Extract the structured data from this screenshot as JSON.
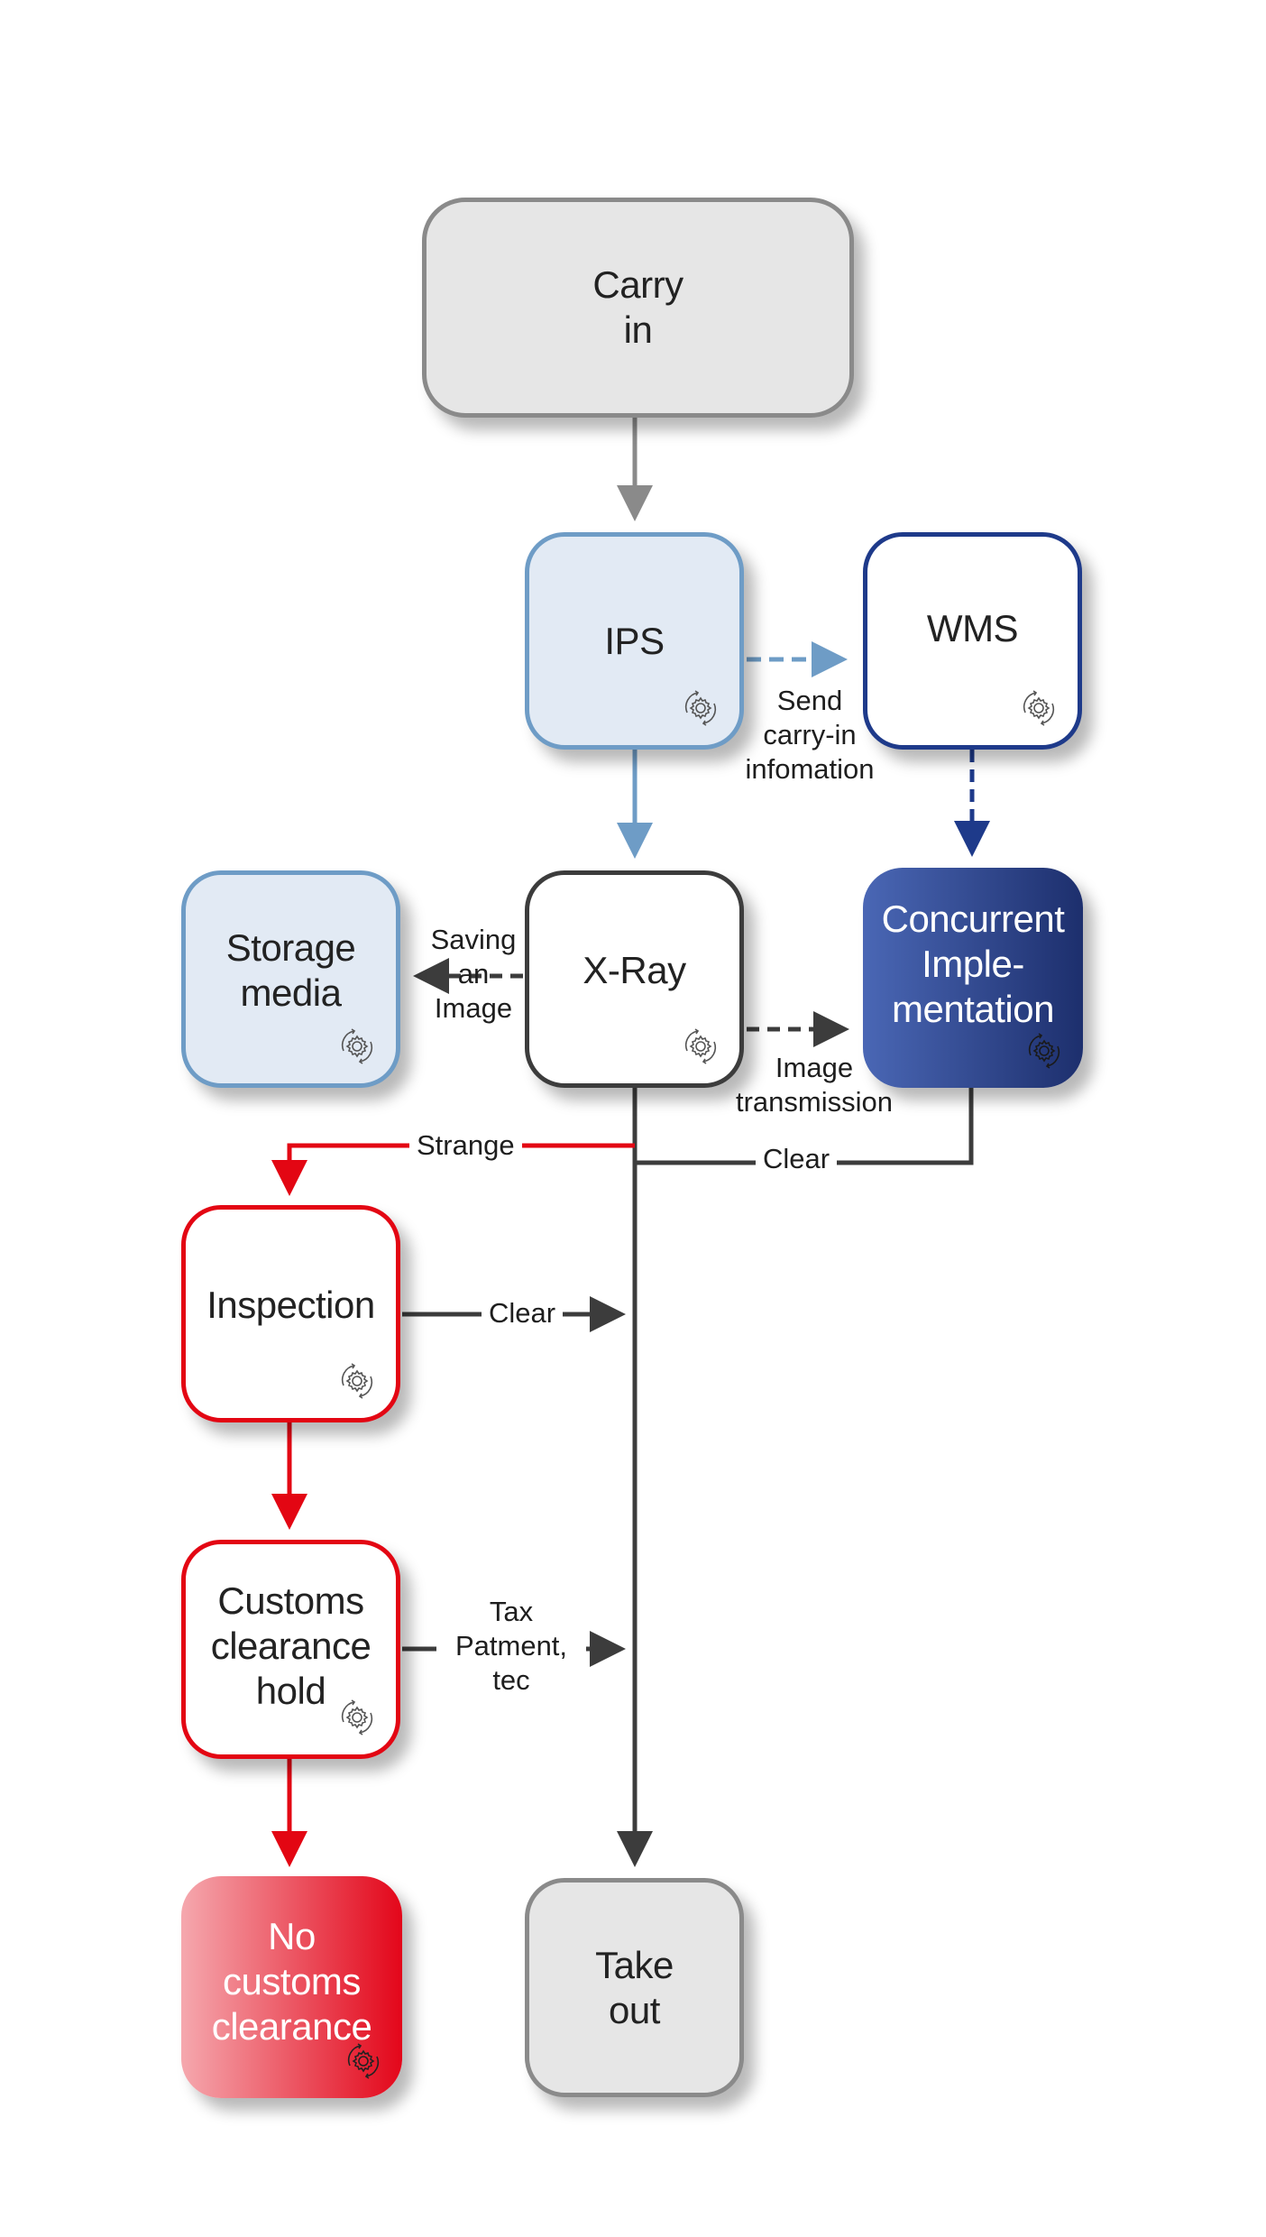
{
  "diagram": {
    "nodes": {
      "carry_in": "Carry\nin",
      "ips": "IPS",
      "wms": "WMS",
      "storage_media": "Storage\nmedia",
      "xray": "X-Ray",
      "concurrent": "Concurrent\nImple-\nmentation",
      "inspection": "Inspection",
      "customs_hold": "Customs\nclearance\nhold",
      "no_customs": "No\ncustoms\nclearance",
      "take_out": "Take\nout"
    },
    "edges": {
      "send_carry_in": "Send\ncarry-in\ninfomation",
      "saving_image": "Saving\nan\nImage",
      "image_transmission": "Image\ntransmission",
      "strange": "Strange",
      "clear_concurrent": "Clear",
      "clear_inspection": "Clear",
      "tax_payment": "Tax\nPatment,\ntec"
    },
    "icons": {
      "process": "gear-cycle-icon"
    },
    "colors": {
      "gray": "#8a8a8a",
      "light_blue": "#6e9cc6",
      "navy": "#1e3a8a",
      "dark": "#3c3c3c",
      "red": "#e30613"
    }
  }
}
